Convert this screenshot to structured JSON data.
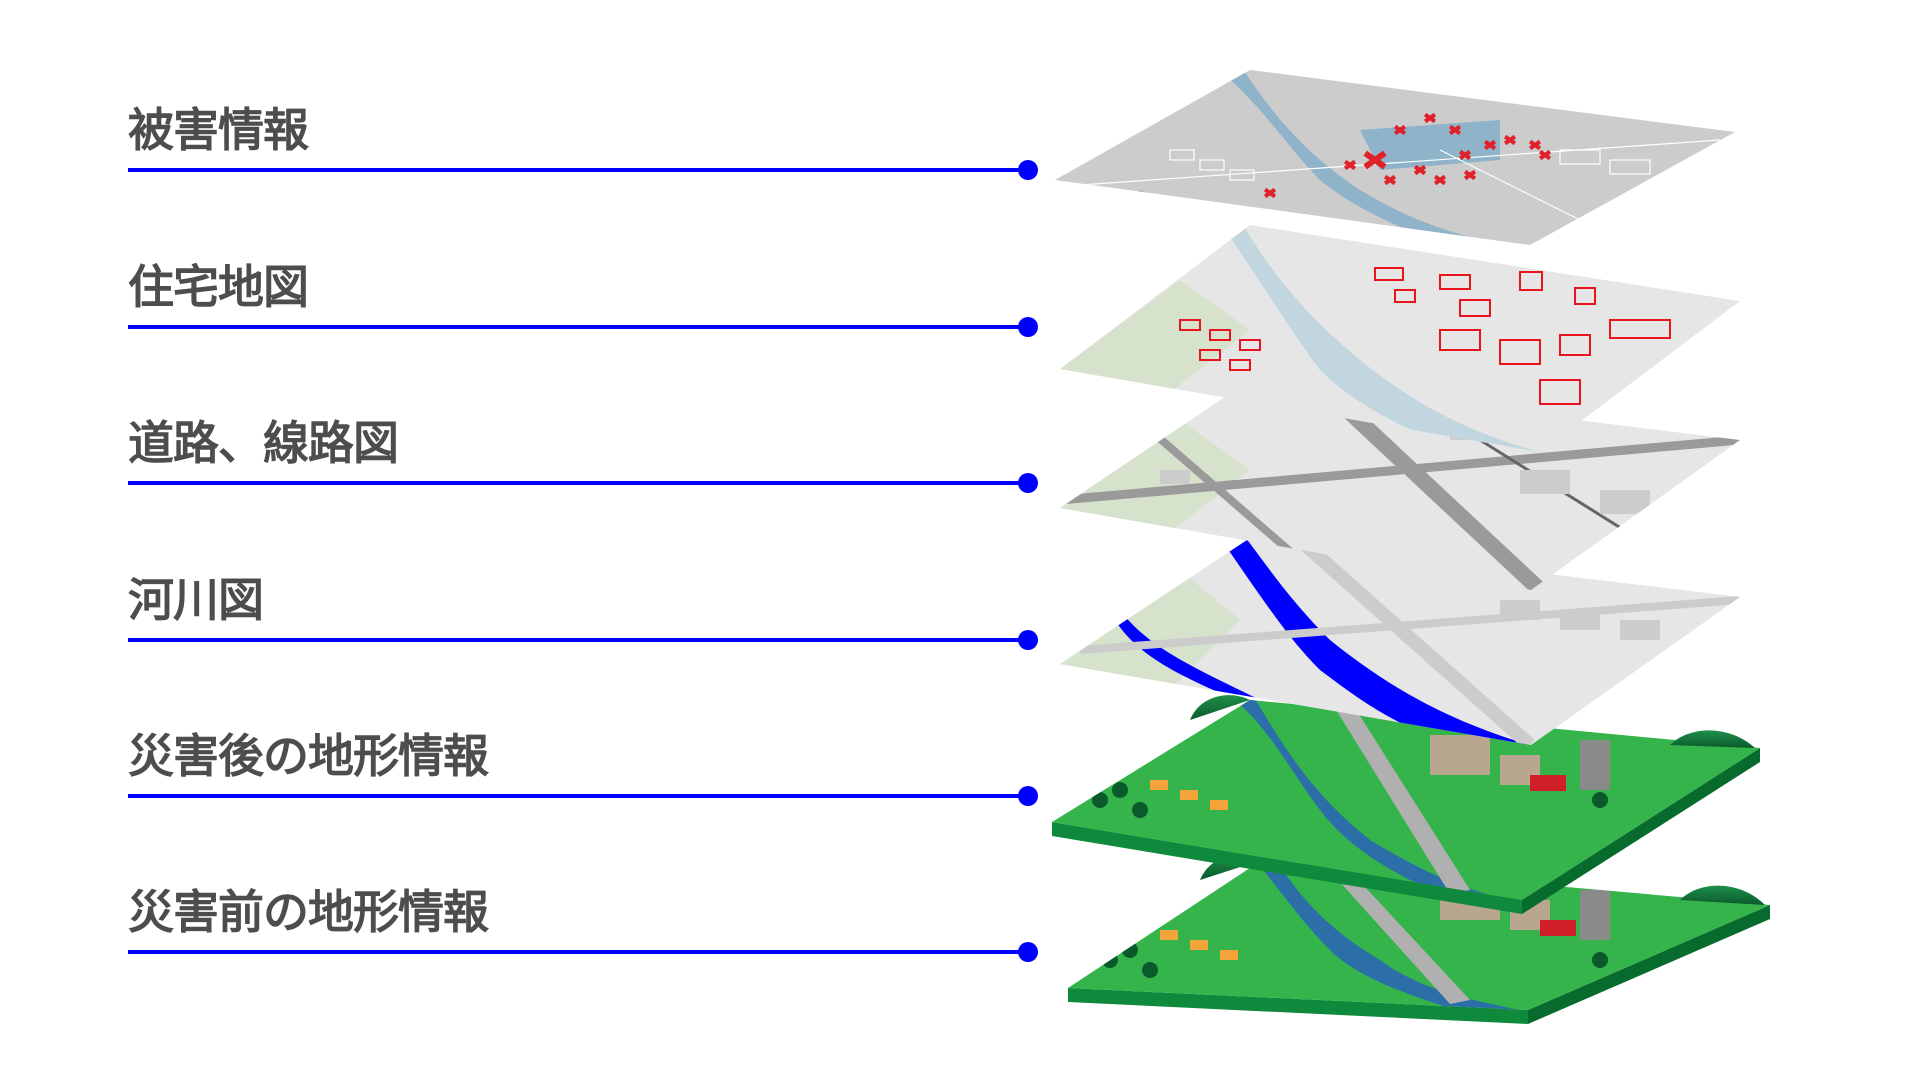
{
  "colors": {
    "label_text": "#4d4d4d",
    "leader_line": "#0000ff",
    "damage_mark": "#e0202a",
    "house_outline": "#e8141e",
    "river_highlight": "#0000ff",
    "map_gray": "#cccccc",
    "map_light": "#e6e6e6",
    "water_muted": "#8fb3c8",
    "terrain_green": "#2fb24a",
    "terrain_dark": "#0a7a3a",
    "terrain_water": "#2b6ea8"
  },
  "layers": [
    {
      "id": "damage",
      "label": "被害情報"
    },
    {
      "id": "housing",
      "label": "住宅地図"
    },
    {
      "id": "roads",
      "label": "道路、線路図"
    },
    {
      "id": "rivers",
      "label": "河川図"
    },
    {
      "id": "terrain_after",
      "label": "災害後の地形情報"
    },
    {
      "id": "terrain_before",
      "label": "災害前の地形情報"
    }
  ]
}
